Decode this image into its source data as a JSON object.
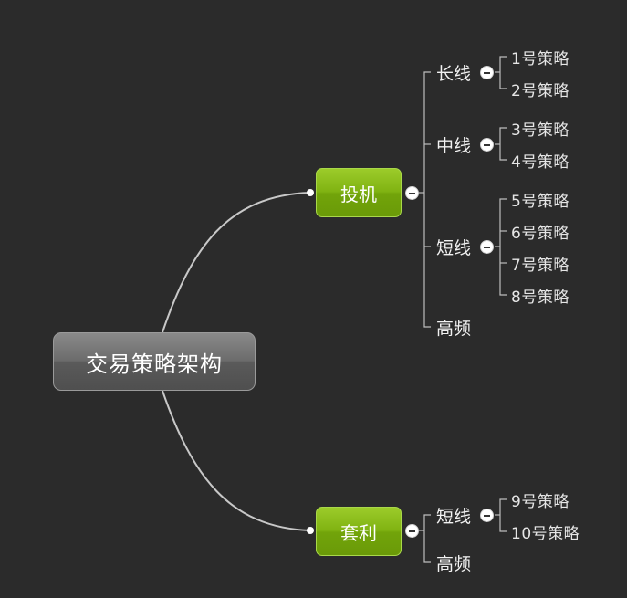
{
  "root": {
    "label": "交易策略架构"
  },
  "branches": [
    {
      "label": "投机",
      "children": [
        {
          "label": "长线",
          "children": [
            "1号策略",
            "2号策略"
          ]
        },
        {
          "label": "中线",
          "children": [
            "3号策略",
            "4号策略"
          ]
        },
        {
          "label": "短线",
          "children": [
            "5号策略",
            "6号策略",
            "7号策略",
            "8号策略"
          ]
        },
        {
          "label": "高频",
          "children": []
        }
      ]
    },
    {
      "label": "套利",
      "children": [
        {
          "label": "短线",
          "children": [
            "9号策略",
            "10号策略"
          ]
        },
        {
          "label": "高频",
          "children": []
        }
      ]
    }
  ],
  "colors": {
    "background": "#2b2b2b",
    "root_fill": "#6c6c6c",
    "branch_fill": "#80b312",
    "connector": "#c8c8c8",
    "text": "#ffffff"
  },
  "icons": {
    "collapse": "minus-circle-icon",
    "link_dot": "connector-dot-icon"
  }
}
